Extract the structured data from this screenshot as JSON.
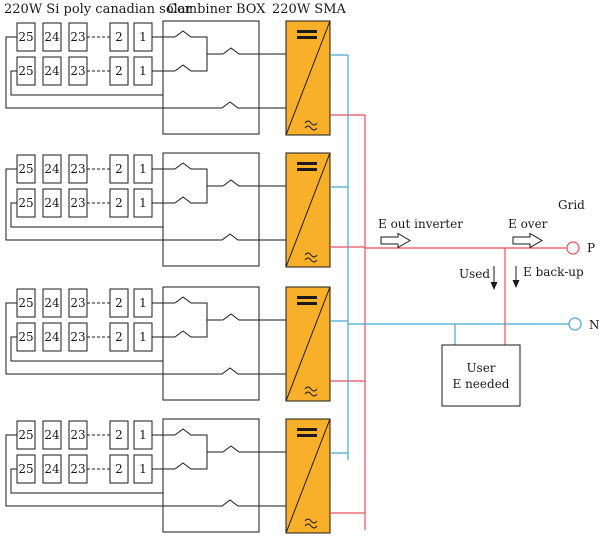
{
  "headers": {
    "solar": "220W Si poly canadian solar",
    "combiner": "Combiner BOX",
    "inverter": "220W SMA"
  },
  "string_cells": [
    "25",
    "24",
    "23",
    "2",
    "1"
  ],
  "labels": {
    "grid": "Grid",
    "p": "P",
    "n": "N",
    "e_out_inverter": "E out inverter",
    "e_over": "E over",
    "used": "Used",
    "e_backup": "E back-up",
    "user": "User",
    "e_needed": "E needed"
  },
  "colors": {
    "inverter_fill": "#f8af2a",
    "phase_line": "#e8505b",
    "neutral_line": "#45a8d4",
    "outline": "#1a1a1a"
  },
  "groups": 4
}
